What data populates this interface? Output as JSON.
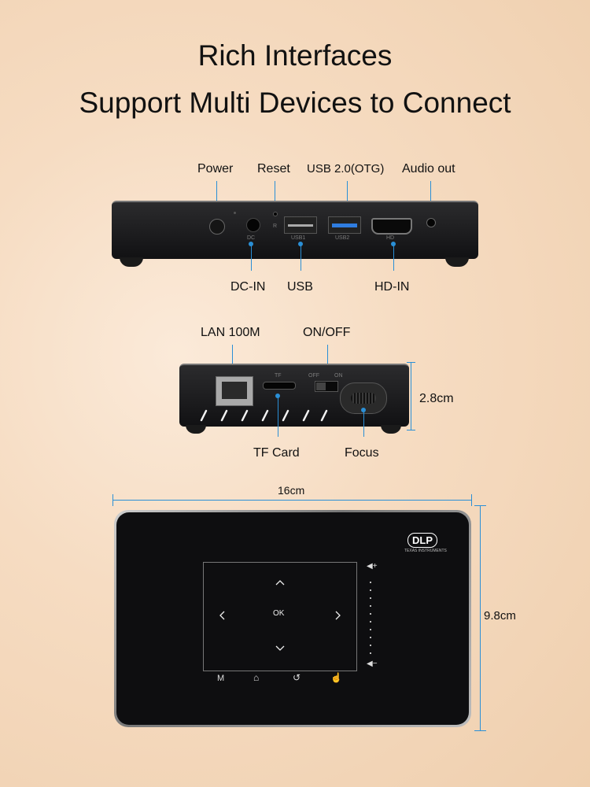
{
  "titles": {
    "line1": "Rich Interfaces",
    "line2": "Support Multi Devices to Connect"
  },
  "back_panel": {
    "top_labels": {
      "power": "Power",
      "reset": "Reset",
      "usb_otg": "USB 2.0(OTG)",
      "audio_out": "Audio out"
    },
    "bottom_labels": {
      "dc_in": "DC-IN",
      "usb": "USB",
      "hd_in": "HD-IN"
    },
    "printed": {
      "dc": "DC",
      "r": "R",
      "usb1": "USB1",
      "usb2": "USB2",
      "hd": "HD"
    }
  },
  "side_panel": {
    "top_labels": {
      "lan": "LAN 100M",
      "on_off": "ON/OFF"
    },
    "bottom_labels": {
      "tf_card": "TF Card",
      "focus": "Focus"
    },
    "printed": {
      "tf": "TF",
      "off": "OFF",
      "on": "ON"
    },
    "height_dim": "2.8cm"
  },
  "top_view": {
    "width_dim": "16cm",
    "depth_dim": "9.8cm",
    "brand": {
      "logo": "DLP",
      "sub": "TEXAS INSTRUMENTS"
    },
    "touchpad": {
      "ok": "OK"
    },
    "bottom_keys": [
      "M"
    ]
  },
  "colors": {
    "accent": "#2a8fd6",
    "usb_blue": "#2f7de0",
    "device": "#1a1a1c"
  }
}
